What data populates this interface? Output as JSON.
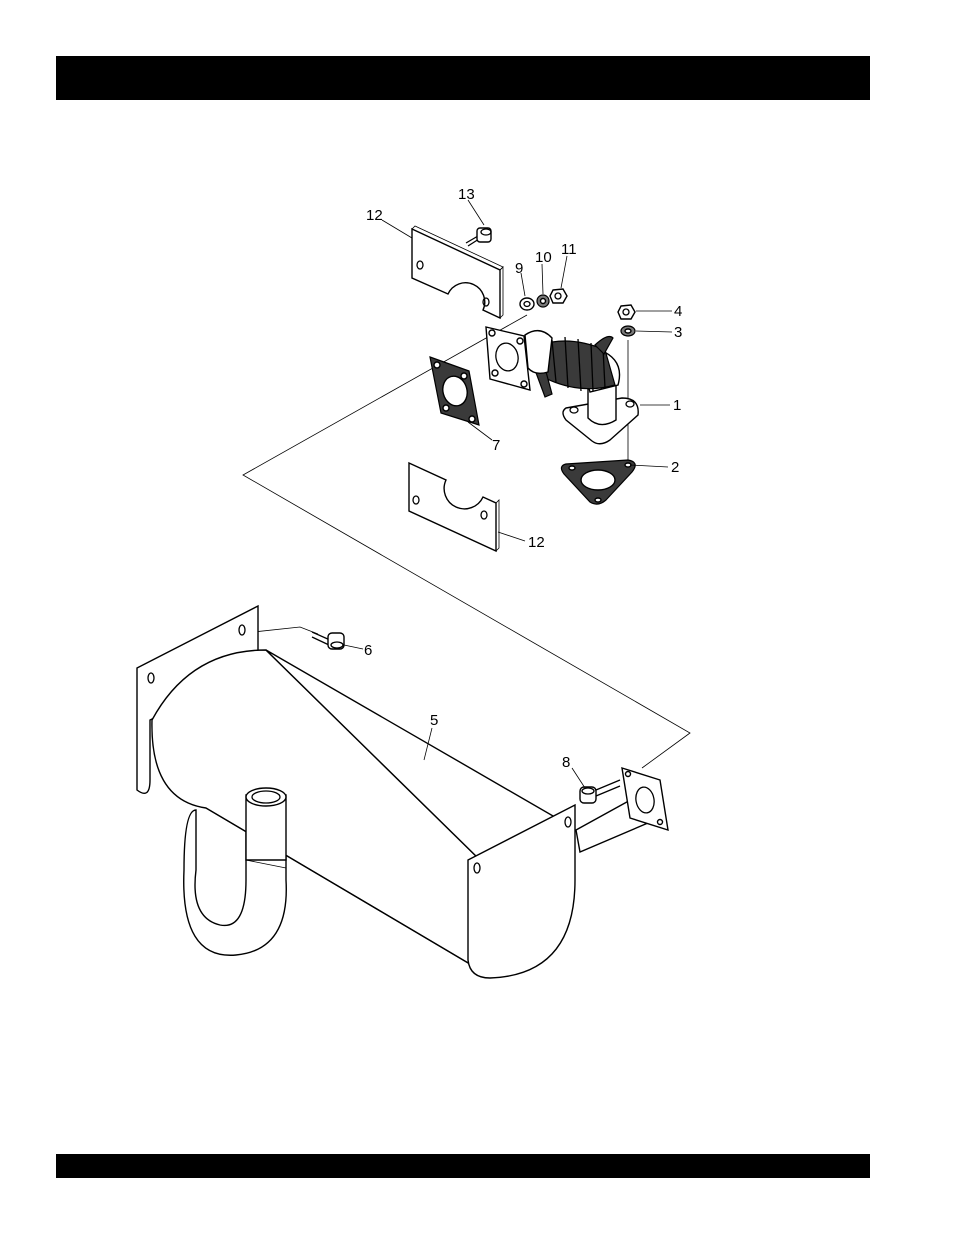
{
  "header_bar": {
    "color": "#000000"
  },
  "footer_bar": {
    "color": "#000000"
  },
  "callouts": {
    "c1": "1",
    "c2": "2",
    "c3": "3",
    "c4": "4",
    "c5": "5",
    "c6": "6",
    "c7": "7",
    "c8": "8",
    "c9": "9",
    "c10": "10",
    "c11": "11",
    "c12a": "12",
    "c12b": "12",
    "c13": "13"
  }
}
